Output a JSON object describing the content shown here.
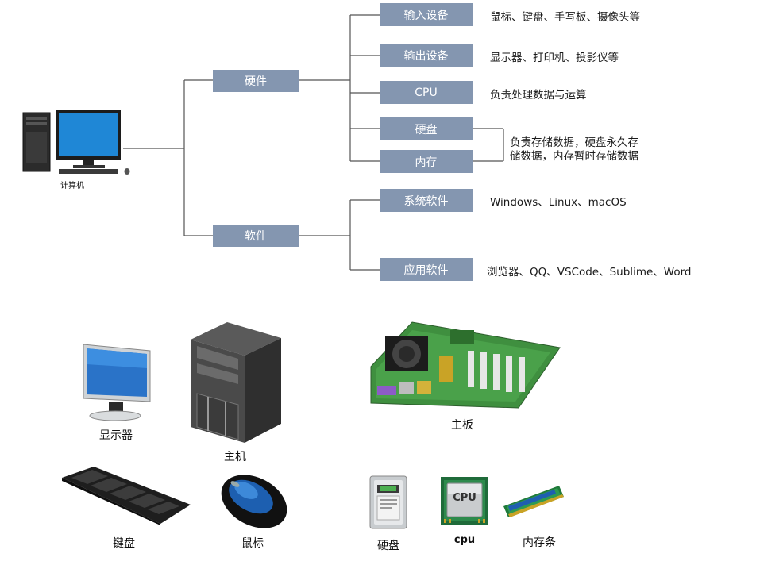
{
  "root": {
    "icon": "computer-icon",
    "label": "计算机"
  },
  "hardware": {
    "label": "硬件",
    "items": [
      {
        "label": "输入设备",
        "desc": "鼠标、键盘、手写板、摄像头等"
      },
      {
        "label": "输出设备",
        "desc": "显示器、打印机、投影仪等"
      },
      {
        "label": "CPU",
        "desc": "负责处理数据与运算"
      },
      {
        "label": "硬盘"
      },
      {
        "label": "内存"
      }
    ],
    "storage_desc_line1": "负责存储数据，硬盘永久存",
    "storage_desc_line2": "储数据，内存暂时存储数据"
  },
  "software": {
    "label": "软件",
    "items": [
      {
        "label": "系统软件",
        "desc": "Windows、Linux、macOS"
      },
      {
        "label": "应用软件",
        "desc": "浏览器、QQ、VSCode、Sublime、Word"
      }
    ]
  },
  "photos": {
    "monitor": {
      "icon": "monitor-icon",
      "caption": "显示器"
    },
    "tower": {
      "icon": "pc-tower-icon",
      "caption": "主机"
    },
    "motherboard": {
      "icon": "motherboard-icon",
      "caption": "主板"
    },
    "keyboard": {
      "icon": "keyboard-icon",
      "caption": "键盘"
    },
    "mouse": {
      "icon": "mouse-icon",
      "caption": "鼠标"
    },
    "hdd": {
      "icon": "hard-drive-icon",
      "caption": "硬盘"
    },
    "cpu": {
      "icon": "cpu-chip-icon",
      "caption": "cpu",
      "chip_text": "CPU"
    },
    "ram": {
      "icon": "ram-stick-icon",
      "caption": "内存条"
    }
  },
  "colors": {
    "box": "#8496b0",
    "line": "#555555"
  }
}
